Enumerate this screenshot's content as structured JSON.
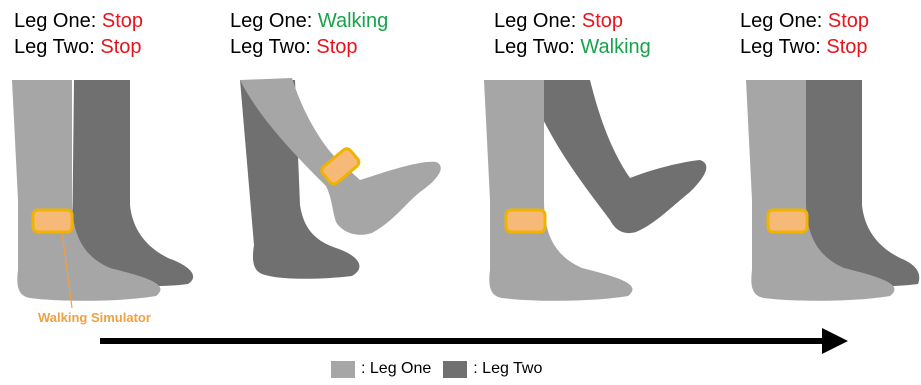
{
  "frames": [
    {
      "leg_one_label": "Leg One:",
      "leg_one_state": "Stop",
      "leg_two_label": "Leg Two:",
      "leg_two_state": "Stop"
    },
    {
      "leg_one_label": "Leg One:",
      "leg_one_state": "Walking",
      "leg_two_label": "Leg Two:",
      "leg_two_state": "Stop"
    },
    {
      "leg_one_label": "Leg One:",
      "leg_one_state": "Stop",
      "leg_two_label": "Leg Two:",
      "leg_two_state": "Walking"
    },
    {
      "leg_one_label": "Leg One:",
      "leg_one_state": "Stop",
      "leg_two_label": "Leg Two:",
      "leg_two_state": "Stop"
    }
  ],
  "callout": "Walking Simulator",
  "legend": [
    {
      "label": ": Leg One",
      "color": "#a6a6a6"
    },
    {
      "label": ": Leg Two",
      "color": "#707070"
    }
  ],
  "colors": {
    "stop": "#e8141c",
    "walking": "#16a34a",
    "device_fill": "#f7b978",
    "device_border": "#f0b400",
    "callout": "#f0a040",
    "arrow": "#000000"
  }
}
